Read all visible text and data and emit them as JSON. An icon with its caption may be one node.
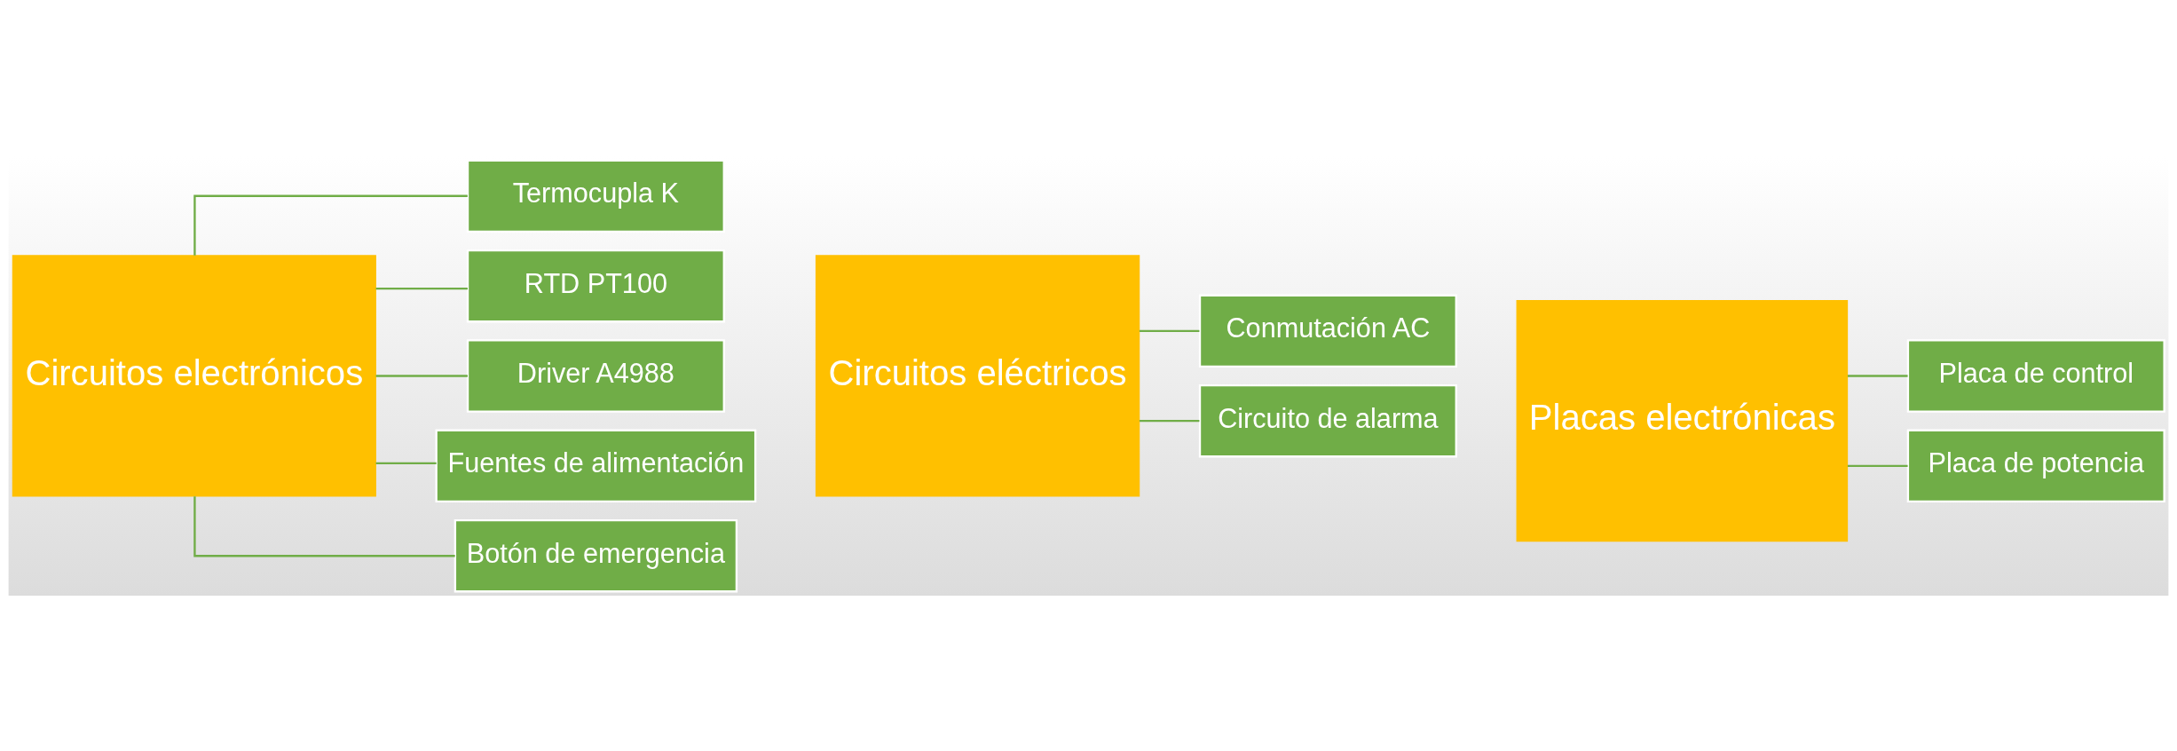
{
  "diagram": {
    "nodes": [
      {
        "text": [
          "Circuitos electrónicos"
        ]
      },
      {
        "text": [
          "Termocupla K"
        ]
      },
      {
        "text": [
          "RTD PT100"
        ]
      },
      {
        "text": [
          "Driver A4988"
        ]
      },
      {
        "text": [
          "Fuentes de alimentación"
        ]
      },
      {
        "text": [
          "Botón de emergencia"
        ]
      },
      {
        "text": [
          "Circuitos eléctricos"
        ]
      },
      {
        "text": [
          "Conmutación AC"
        ]
      },
      {
        "text": [
          "Circuito de alarma"
        ]
      },
      {
        "text": [
          "Placas electrónicas"
        ]
      },
      {
        "text": [
          "Placa de control"
        ]
      },
      {
        "text": [
          "Placa de potencia"
        ]
      }
    ],
    "edges": [
      {
        "from": 0,
        "to": 1,
        "arrow": "none"
      },
      {
        "from": 0,
        "to": 2,
        "arrow": "none"
      },
      {
        "from": 0,
        "to": 3,
        "arrow": "none"
      },
      {
        "from": 0,
        "to": 4,
        "arrow": "none"
      },
      {
        "from": 0,
        "to": 5,
        "arrow": "none"
      },
      {
        "from": 6,
        "to": 7,
        "arrow": "none"
      },
      {
        "from": 6,
        "to": 8,
        "arrow": "none"
      },
      {
        "from": 9,
        "to": 10,
        "arrow": "none"
      },
      {
        "from": 9,
        "to": 11,
        "arrow": "none"
      }
    ]
  }
}
